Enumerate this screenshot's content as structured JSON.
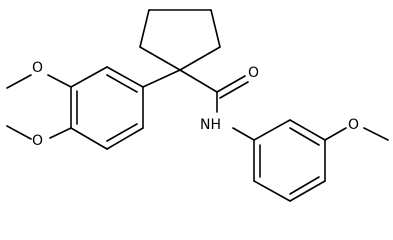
{
  "structure": {
    "atoms": [
      {
        "id": "o_top",
        "text": "O"
      },
      {
        "id": "o_left",
        "text": "O"
      },
      {
        "id": "o_carbonyl",
        "text": "O"
      },
      {
        "id": "nh",
        "text": "NH"
      },
      {
        "id": "o_right",
        "text": "O"
      }
    ]
  }
}
